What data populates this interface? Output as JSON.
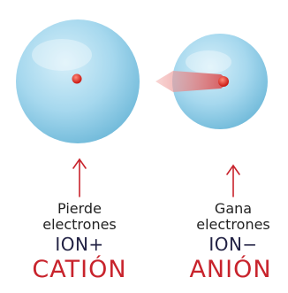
{
  "colors": {
    "sphere_fill": "#9fd3ea",
    "sphere_edge": "#6bb3d3",
    "nucleus": "#e0291f",
    "arrow": "#c8232c",
    "electron_trail": "#e2696b",
    "label_dark": "#222244",
    "label_red": "#c8232c"
  },
  "cation": {
    "line1": "Pierde",
    "line2": "electrones",
    "ion_label": "ION+",
    "name": "CATIÓN"
  },
  "anion": {
    "line1": "Gana",
    "line2": "electrones",
    "ion_label": "ION−",
    "name": "ANIÓN"
  }
}
